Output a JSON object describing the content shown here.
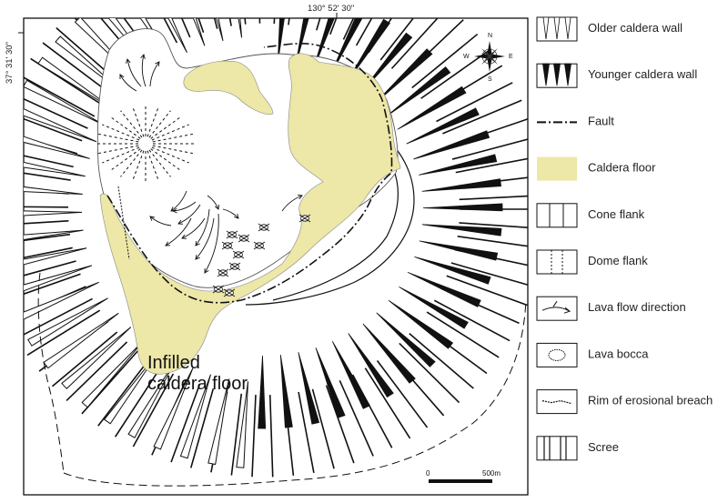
{
  "map": {
    "coord_top": "130° 52' 30\"",
    "coord_left": "37° 31' 30\"",
    "infill_line1": "Infilled",
    "infill_line2": "caldera floor",
    "compass": {
      "n": "N",
      "s": "S",
      "e": "E",
      "w": "W"
    },
    "scale": {
      "start": "0",
      "end": "500m"
    },
    "colors": {
      "caldera_floor": "#ede7a8",
      "line": "#111111"
    }
  },
  "legend": {
    "items": [
      {
        "label": "Older caldera wall",
        "symbol": "older-wall-icon"
      },
      {
        "label": "Younger caldera wall",
        "symbol": "younger-wall-icon"
      },
      {
        "label": "Fault",
        "symbol": "fault-icon"
      },
      {
        "label": "Caldera floor",
        "symbol": "caldera-floor-icon"
      },
      {
        "label": "Cone flank",
        "symbol": "cone-flank-icon"
      },
      {
        "label": "Dome flank",
        "symbol": "dome-flank-icon"
      },
      {
        "label": "Lava flow direction",
        "symbol": "lava-flow-icon"
      },
      {
        "label": "Lava bocca",
        "symbol": "lava-bocca-icon"
      },
      {
        "label": "Rim of erosional breach",
        "symbol": "erosional-breach-icon"
      },
      {
        "label": "Scree",
        "symbol": "scree-icon"
      }
    ]
  }
}
